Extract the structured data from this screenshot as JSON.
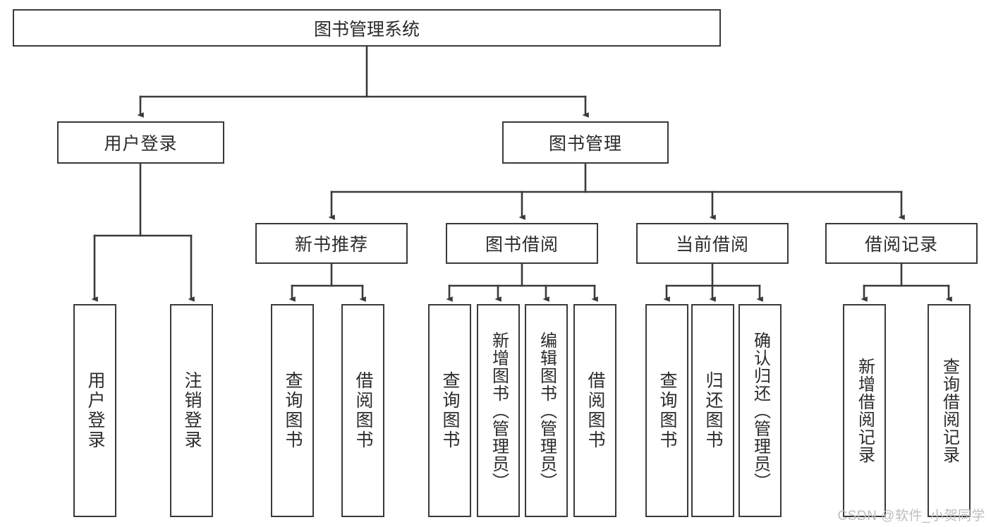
{
  "diagram": {
    "type": "tree-hierarchy-chart",
    "title": "图书管理系统",
    "stroke_color": "#3a3a3a",
    "text_color": "#2b2b2b",
    "background_color": "#ffffff",
    "watermark": "CSDN @软件_小贺同学",
    "levels": [
      {
        "level": 1,
        "nodes": [
          {
            "id": "root",
            "label": "图书管理系统",
            "orientation": "horizontal"
          }
        ]
      },
      {
        "level": 2,
        "nodes": [
          {
            "id": "user-login",
            "label": "用户登录",
            "orientation": "horizontal",
            "parent": "root"
          },
          {
            "id": "book-manage",
            "label": "图书管理",
            "orientation": "horizontal",
            "parent": "root"
          }
        ]
      },
      {
        "level": 3,
        "nodes": [
          {
            "id": "new-book-rec",
            "label": "新书推荐",
            "orientation": "horizontal",
            "parent": "book-manage"
          },
          {
            "id": "book-borrow",
            "label": "图书借阅",
            "orientation": "horizontal",
            "parent": "book-manage"
          },
          {
            "id": "current-borrow",
            "label": "当前借阅",
            "orientation": "horizontal",
            "parent": "book-manage"
          },
          {
            "id": "borrow-record",
            "label": "借阅记录",
            "orientation": "horizontal",
            "parent": "book-manage"
          }
        ]
      },
      {
        "level": 4,
        "nodes": [
          {
            "id": "leaf-user-login",
            "label": "用户登录",
            "orientation": "vertical",
            "parent": "user-login"
          },
          {
            "id": "leaf-logout",
            "label": "注销登录",
            "orientation": "vertical",
            "parent": "user-login"
          },
          {
            "id": "leaf-query-book-1",
            "label": "查询图书",
            "orientation": "vertical",
            "parent": "new-book-rec"
          },
          {
            "id": "leaf-borrow-book-1",
            "label": "借阅图书",
            "orientation": "vertical",
            "parent": "new-book-rec"
          },
          {
            "id": "leaf-query-book-2",
            "label": "查询图书",
            "orientation": "vertical",
            "parent": "book-borrow"
          },
          {
            "id": "leaf-add-book",
            "label": "新增图书（管理员）",
            "orientation": "vertical",
            "parent": "book-borrow"
          },
          {
            "id": "leaf-edit-book",
            "label": "编辑图书（管理员）",
            "orientation": "vertical",
            "parent": "book-borrow"
          },
          {
            "id": "leaf-borrow-book-2",
            "label": "借阅图书",
            "orientation": "vertical",
            "parent": "book-borrow"
          },
          {
            "id": "leaf-query-book-3",
            "label": "查询图书",
            "orientation": "vertical",
            "parent": "current-borrow"
          },
          {
            "id": "leaf-return-book",
            "label": "归还图书",
            "orientation": "vertical",
            "parent": "current-borrow"
          },
          {
            "id": "leaf-confirm-return",
            "label": "确认归还（管理员）",
            "orientation": "vertical",
            "parent": "current-borrow"
          },
          {
            "id": "leaf-add-record",
            "label": "新增借阅记录",
            "orientation": "vertical",
            "parent": "borrow-record"
          },
          {
            "id": "leaf-query-record",
            "label": "查询借阅记录",
            "orientation": "vertical",
            "parent": "borrow-record"
          }
        ]
      }
    ]
  }
}
